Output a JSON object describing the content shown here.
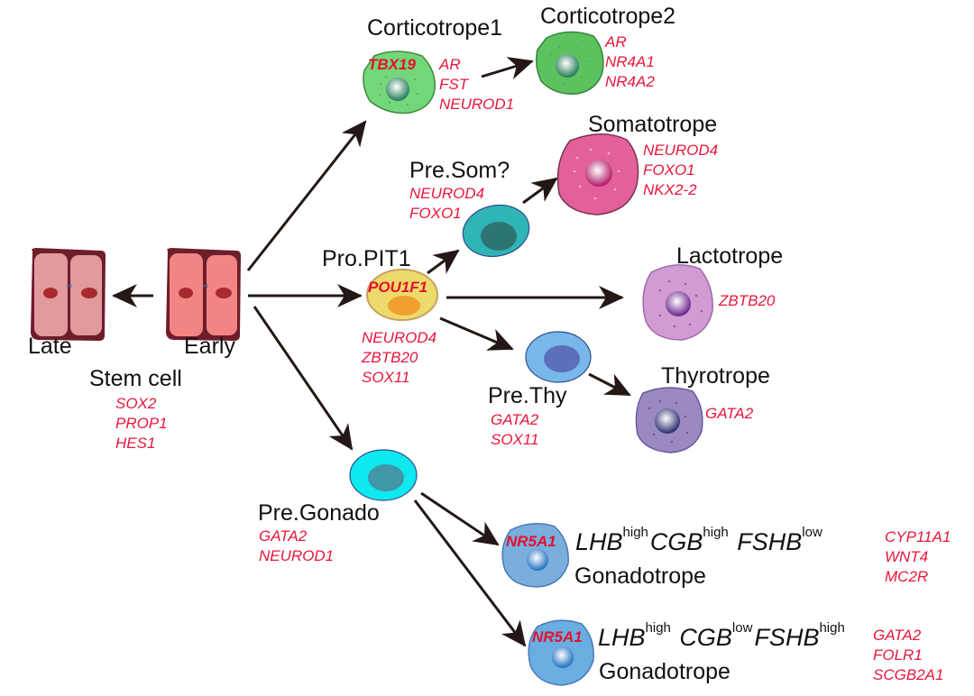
{
  "diagram": {
    "stem_cell": {
      "title": "Stem cell",
      "late_label": "Late",
      "early_label": "Early",
      "genes": [
        "SOX2",
        "PROP1",
        "HES1"
      ],
      "colors": {
        "late_fill": "#e29a9c",
        "early_fill": "#f28583",
        "border": "#6e1d2a",
        "nucleus": "#a82a2e"
      }
    },
    "corticotrope1": {
      "title": "Corticotrope1",
      "marker": "TBX19",
      "genes": [
        "AR",
        "FST",
        "NEUROD1"
      ],
      "colors": {
        "fill": "#73d679",
        "border": "#3d8a3e",
        "nucleus": "#2e8a5a"
      }
    },
    "corticotrope2": {
      "title": "Corticotrope2",
      "genes": [
        "AR",
        "NR4A1",
        "NR4A2"
      ],
      "colors": {
        "fill": "#5cc25e",
        "border": "#35853a",
        "nucleus": "#2e8a5a"
      }
    },
    "pre_som": {
      "title": "Pre.Som?",
      "genes": [
        "NEUROD4",
        "FOXO1"
      ],
      "colors": {
        "fill": "#2fb5b6",
        "nucleus": "#2e7472",
        "border": "#2b4f8e"
      }
    },
    "somatotrope": {
      "title": "Somatotrope",
      "genes": [
        "NEUROD4",
        "FOXO1",
        "NKX2-2"
      ],
      "colors": {
        "fill": "#e4609a",
        "border": "#7a3550",
        "nucleus": "#b8206e"
      }
    },
    "pro_pit1": {
      "title": "Pro.PIT1",
      "marker": "POU1F1",
      "genes": [
        "NEUROD4",
        "ZBTB20",
        "SOX11"
      ],
      "colors": {
        "fill": "#ecdb6a",
        "border": "#c8a060",
        "nucleus": "#f0a030"
      }
    },
    "lactotrope": {
      "title": "Lactotrope",
      "genes": [
        "ZBTB20"
      ],
      "colors": {
        "fill": "#d19bd3",
        "border": "#a06aa8",
        "nucleus": "#7a2a8e"
      }
    },
    "pre_thy": {
      "title": "Pre.Thy",
      "genes": [
        "GATA2",
        "SOX11"
      ],
      "colors": {
        "fill": "#78b7ea",
        "nucleus": "#5c6fba",
        "border": "#2b4f8e"
      }
    },
    "thyrotrope": {
      "title": "Thyrotrope",
      "genes": [
        "GATA2"
      ],
      "colors": {
        "fill": "#9b8ac2",
        "border": "#6a5a9e",
        "nucleus": "#3a3a80"
      }
    },
    "pre_gonado": {
      "title": "Pre.Gonado",
      "genes": [
        "GATA2",
        "NEUROD1"
      ],
      "colors": {
        "fill": "#0ee8ee",
        "nucleus": "#4196a8",
        "border": "#2b4f8e"
      }
    },
    "gonadotrope1": {
      "title": "Gonadotrope",
      "marker": "NR5A1",
      "hormones": [
        {
          "name": "LHB",
          "level": "high"
        },
        {
          "name": "CGB",
          "level": "high"
        },
        {
          "name": "FSHB",
          "level": "low"
        }
      ],
      "genes": [
        "CYP11A1",
        "WNT4",
        "MC2R"
      ],
      "colors": {
        "fill": "#7aaedd",
        "border": "#4a7ab8",
        "nucleus": "#2a7ac0"
      }
    },
    "gonadotrope2": {
      "title": "Gonadotrope",
      "marker": "NR5A1",
      "hormones": [
        {
          "name": "LHB",
          "level": "high"
        },
        {
          "name": "CGB",
          "level": "low"
        },
        {
          "name": "FSHB",
          "level": "high"
        }
      ],
      "genes": [
        "GATA2",
        "FOLR1",
        "SCGB2A1"
      ],
      "colors": {
        "fill": "#6aade0",
        "border": "#4a7ab8",
        "nucleus": "#2a7ac0"
      }
    },
    "arrow_color": "#231815",
    "gene_color": "#e8173a"
  }
}
